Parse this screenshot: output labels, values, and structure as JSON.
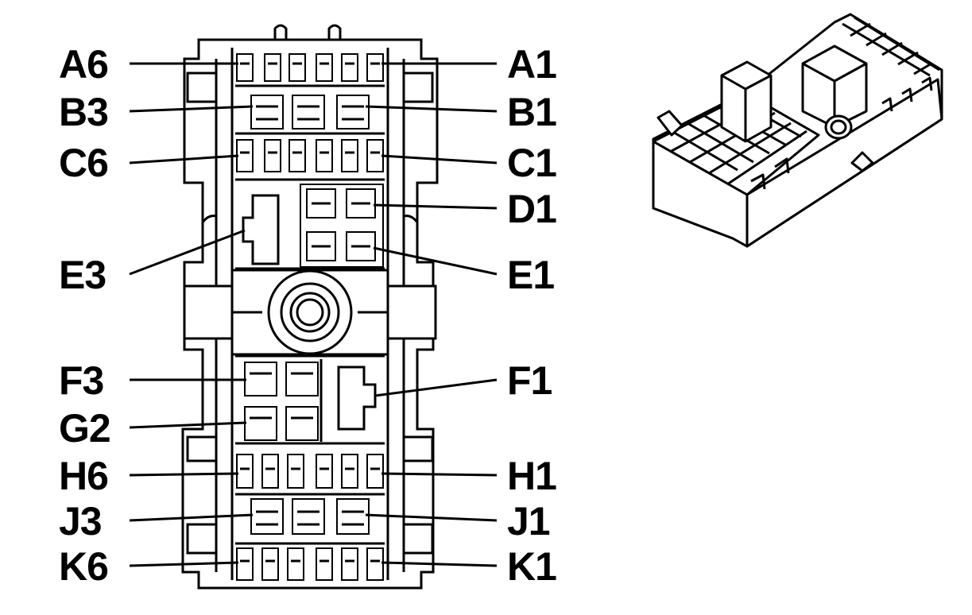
{
  "diagram": {
    "cavity_labels": {
      "A6": "A6",
      "A1": "A1",
      "B3": "B3",
      "B1": "B1",
      "C6": "C6",
      "C1": "C1",
      "D1": "D1",
      "E3": "E3",
      "E1": "E1",
      "F3": "F3",
      "F1": "F1",
      "G2": "G2",
      "H6": "H6",
      "H1": "H1",
      "J3": "J3",
      "J1": "J1",
      "K6": "K6",
      "K1": "K1"
    }
  }
}
